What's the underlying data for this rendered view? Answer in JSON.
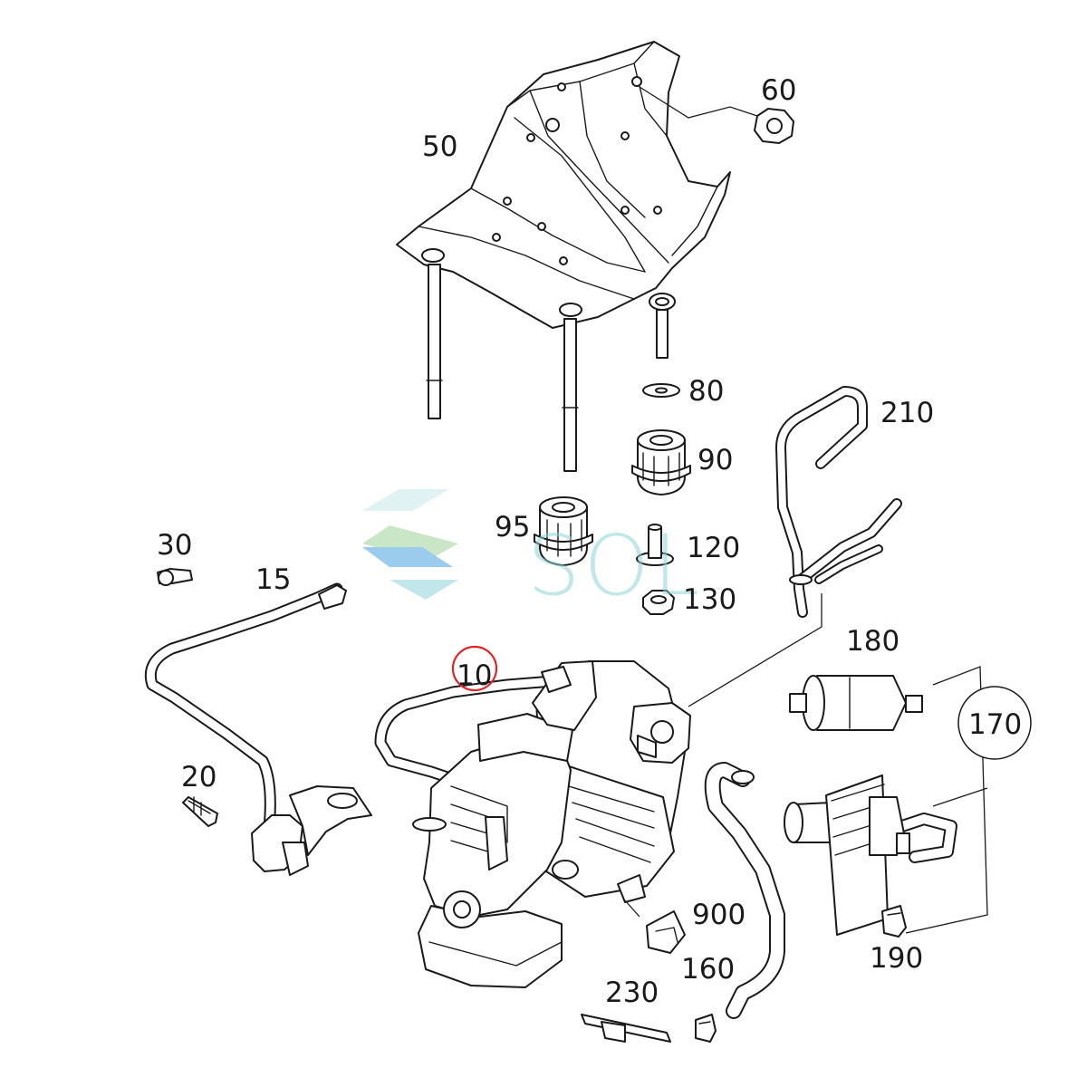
{
  "labels": {
    "p10": "10",
    "p15": "15",
    "p20": "20",
    "p30": "30",
    "p50": "50",
    "p60": "60",
    "p80": "80",
    "p90": "90",
    "p95": "95",
    "p120": "120",
    "p130": "130",
    "p160": "160",
    "p170": "170",
    "p180": "180",
    "p190": "190",
    "p210": "210",
    "p230": "230",
    "p900": "900"
  },
  "highlight": {
    "part": "10",
    "color": "#e02424"
  },
  "watermark": {
    "text": "SOL",
    "colors": [
      "#4da3e0",
      "#9ed39a",
      "#8fd4d8"
    ]
  }
}
